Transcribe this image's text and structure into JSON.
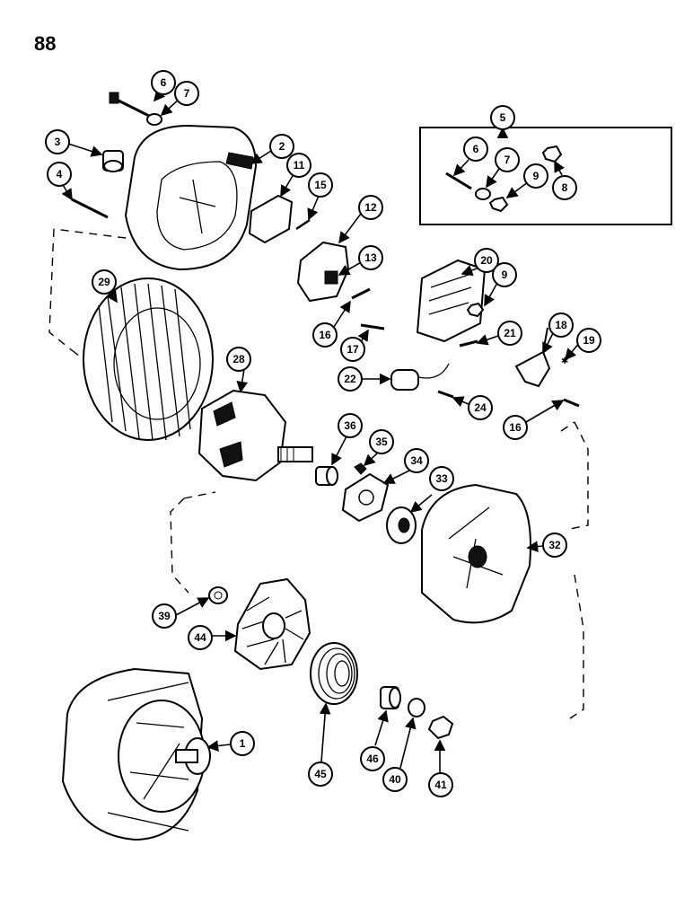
{
  "page": {
    "number": "88"
  },
  "callouts": {
    "c1": "1",
    "c2": "2",
    "c3": "3",
    "c4": "4",
    "c5": "5",
    "c6a": "6",
    "c6b": "6",
    "c7a": "7",
    "c7b": "7",
    "c8": "8",
    "c9a": "9",
    "c9b": "9",
    "c11": "11",
    "c12": "12",
    "c13": "13",
    "c15": "15",
    "c16a": "16",
    "c16b": "16",
    "c17": "17",
    "c18": "18",
    "c19": "19",
    "c20": "20",
    "c21": "21",
    "c22": "22",
    "c24": "24",
    "c28": "28",
    "c29": "29",
    "c32": "32",
    "c33": "33",
    "c34": "34",
    "c35": "35",
    "c36": "36",
    "c39": "39",
    "c40": "40",
    "c41": "41",
    "c44": "44",
    "c45": "45",
    "c46": "46"
  }
}
